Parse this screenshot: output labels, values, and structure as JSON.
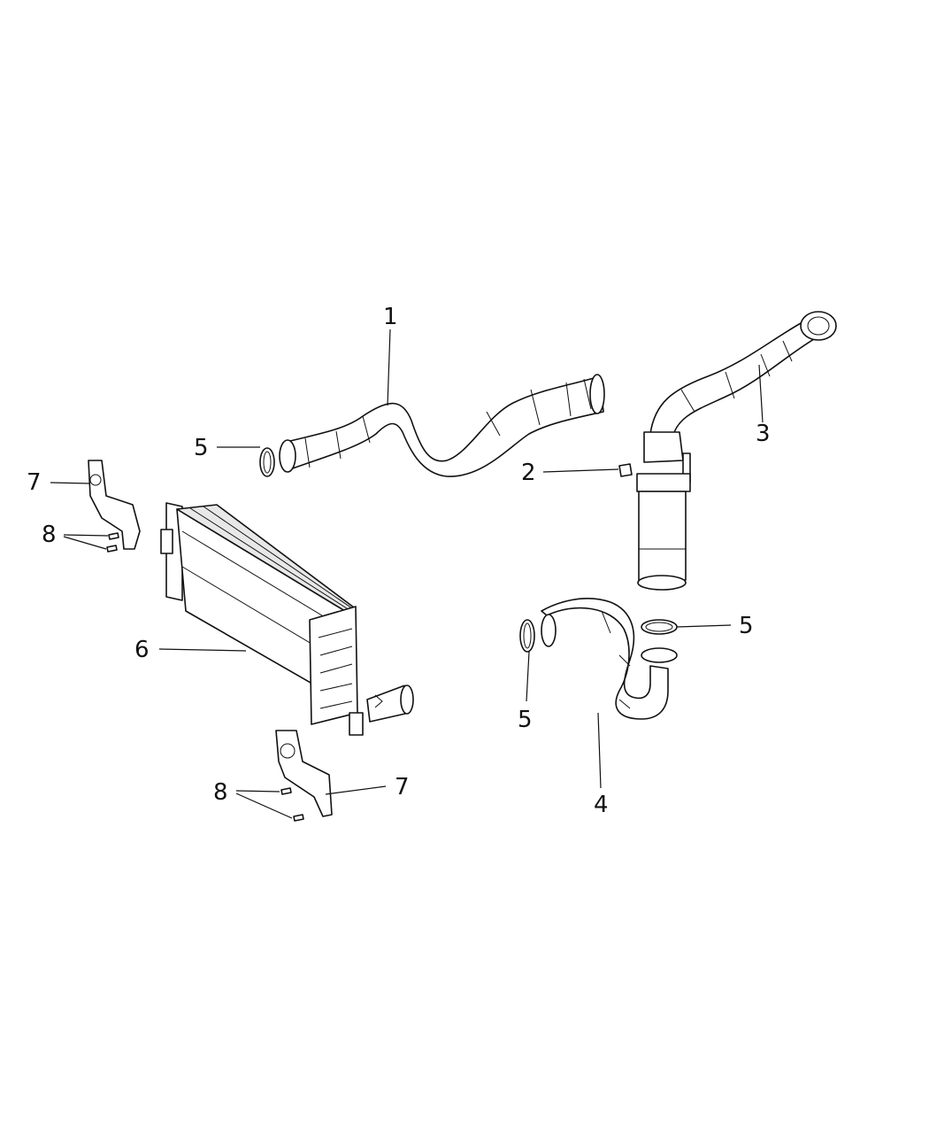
{
  "callouts": [
    {
      "key": "c1",
      "label": "1"
    },
    {
      "key": "c2",
      "label": "2"
    },
    {
      "key": "c3",
      "label": "3"
    },
    {
      "key": "c4",
      "label": "4"
    },
    {
      "key": "c5a",
      "label": "5"
    },
    {
      "key": "c5b",
      "label": "5"
    },
    {
      "key": "c5c",
      "label": "5"
    },
    {
      "key": "c6",
      "label": "6"
    },
    {
      "key": "c7a",
      "label": "7"
    },
    {
      "key": "c7b",
      "label": "7"
    },
    {
      "key": "c8a",
      "label": "8"
    },
    {
      "key": "c8b",
      "label": "8"
    }
  ]
}
